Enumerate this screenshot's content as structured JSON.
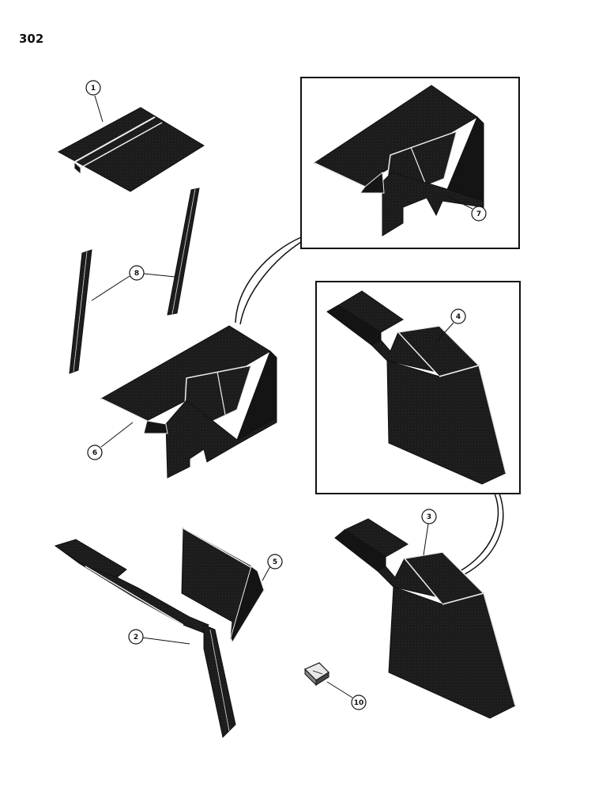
{
  "page_number": "302",
  "callouts": {
    "c1": "1",
    "c2": "2",
    "c3": "3",
    "c4": "4",
    "c5": "5",
    "c6": "6",
    "c7": "7",
    "c8": "8",
    "c10": "10"
  },
  "colors": {
    "part_fill": "#1e1e1e",
    "part_edge": "#f2f2f2",
    "line": "#111111"
  }
}
